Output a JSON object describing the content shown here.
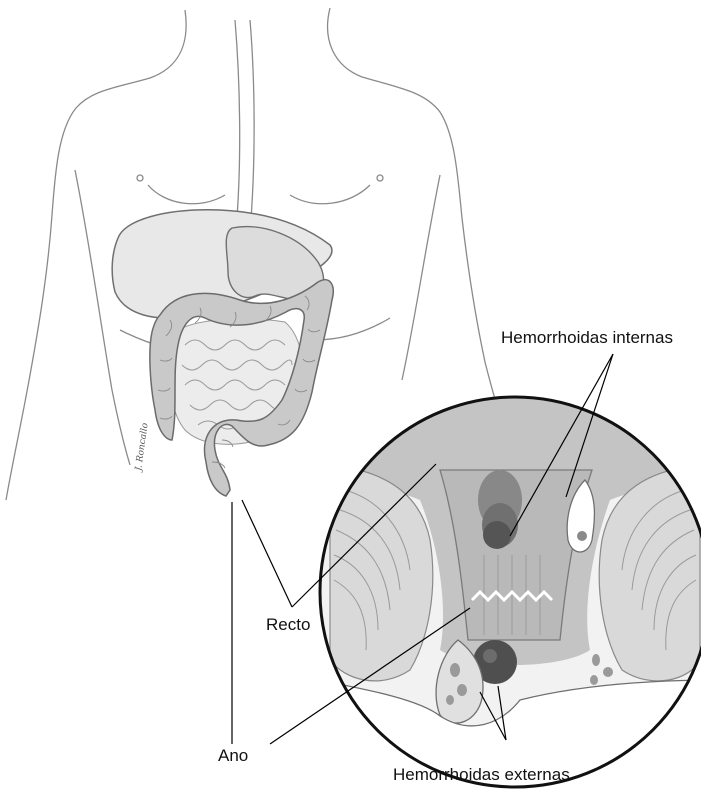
{
  "labels": {
    "internal": "Hemorrhoidas internas",
    "external": "Hemorrhoidas externas",
    "rectum": "Recto",
    "anus": "Ano"
  },
  "signature": "J. Roncallo",
  "colors": {
    "outline": "#7a7a7a",
    "colon": "#c9c9c9",
    "organ": "#e6e6e6",
    "inset_bg": "#d6d6d6",
    "hemorrhoid": "#555555",
    "leader": "#000000"
  }
}
